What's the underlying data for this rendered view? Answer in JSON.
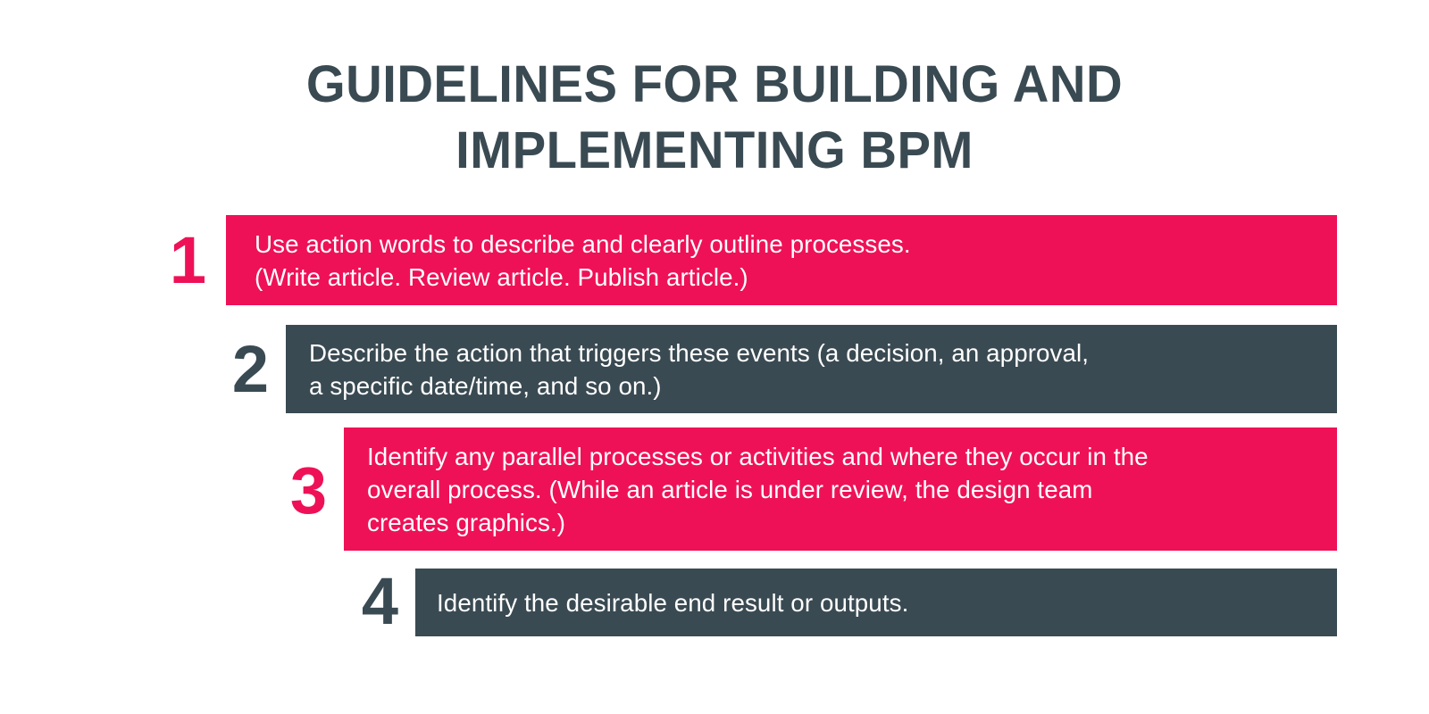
{
  "title": {
    "line1": "GUIDELINES FOR BUILDING AND",
    "line2": "IMPLEMENTING BPM"
  },
  "colors": {
    "accent_pink": "#EF1157",
    "dark_slate": "#3A4A52",
    "background": "#FFFFFF",
    "text_on_bar": "#FFFFFF"
  },
  "steps": [
    {
      "number": "1",
      "bar_color": "#EF1157",
      "number_color": "#EF1157",
      "lines": [
        "Use action words to describe and clearly outline processes.",
        "(Write article. Review article. Publish article.)"
      ]
    },
    {
      "number": "2",
      "bar_color": "#3A4A52",
      "number_color": "#3A4A52",
      "lines": [
        "Describe the action that triggers these events (a decision, an approval,",
        "a specific date/time, and so on.)"
      ]
    },
    {
      "number": "3",
      "bar_color": "#EF1157",
      "number_color": "#EF1157",
      "lines": [
        "Identify any parallel processes or activities and where they occur in the",
        "overall process. (While an article is under review, the design team",
        "creates graphics.)"
      ]
    },
    {
      "number": "4",
      "bar_color": "#3A4A52",
      "number_color": "#3A4A52",
      "lines": [
        "Identify the desirable end result or outputs."
      ]
    }
  ]
}
